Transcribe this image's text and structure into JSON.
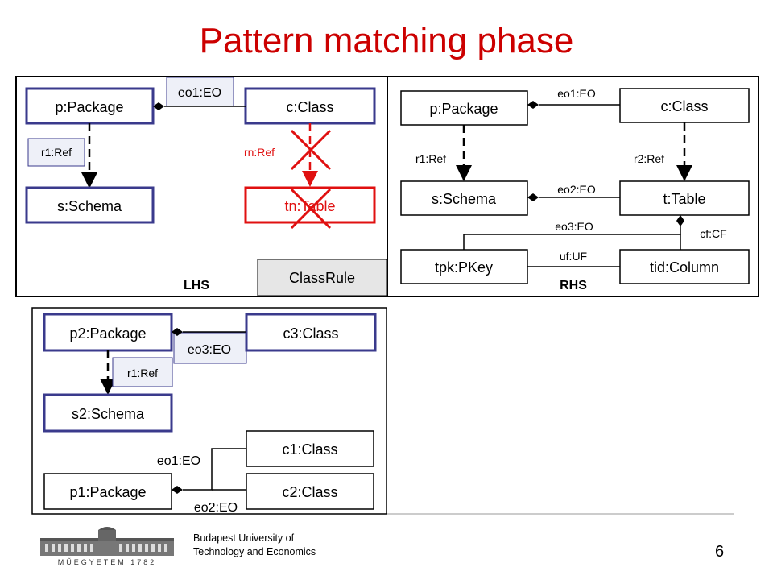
{
  "title": "Pattern matching phase",
  "colors": {
    "title": "#cc0000",
    "node_border_blue": "#3a3a8c",
    "negative_red": "#e01010",
    "panel_border": "#000000"
  },
  "lhs": {
    "label": "LHS",
    "rule_tab": "ClassRule",
    "nodes": {
      "package": "p:Package",
      "class": "c:Class",
      "schema": "s:Schema",
      "table": "tn:Table"
    },
    "edges": {
      "eo": "eo1:EO",
      "ref": "r1:Ref",
      "neg_ref": "rn:Ref"
    }
  },
  "rhs": {
    "label": "RHS",
    "nodes": {
      "package": "p:Package",
      "class": "c:Class",
      "schema": "s:Schema",
      "table": "t:Table",
      "pkey": "tpk:PKey",
      "column": "tid:Column"
    },
    "edges": {
      "eo1": "eo1:EO",
      "r1": "r1:Ref",
      "r2": "r2:Ref",
      "eo2": "eo2:EO",
      "eo3": "eo3:EO",
      "cf": "cf:CF",
      "uf": "uf:UF"
    }
  },
  "match": {
    "nodes": {
      "package2": "p2:Package",
      "class3": "c3:Class",
      "schema2": "s2:Schema",
      "class1": "c1:Class",
      "package1": "p1:Package",
      "class2": "c2:Class"
    },
    "edges": {
      "eo3": "eo3:EO",
      "r1": "r1:Ref",
      "eo1": "eo1:EO",
      "eo2": "eo2:EO"
    }
  },
  "footer": {
    "university_line1": "Budapest University of",
    "university_line2": "Technology and Economics",
    "logo_text": "MŰEGYETEM 1782",
    "page_number": "6"
  }
}
